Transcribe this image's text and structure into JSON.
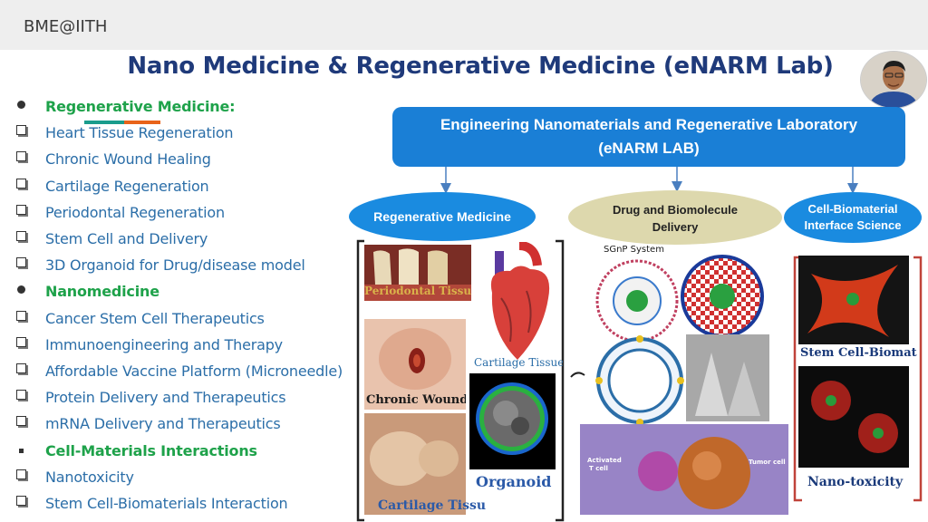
{
  "header": {
    "brand": "BME@IITH",
    "title": "Nano Medicine & Regenerative Medicine (eNARM Lab)"
  },
  "list": [
    {
      "marker": "dot",
      "text": "Regenerative Medicine:",
      "heading": true
    },
    {
      "marker": "box",
      "text": "Heart Tissue Regeneration"
    },
    {
      "marker": "box",
      "text": "Chronic Wound Healing"
    },
    {
      "marker": "box",
      "text": "Cartilage Regeneration"
    },
    {
      "marker": "box",
      "text": "Periodontal Regeneration"
    },
    {
      "marker": "box",
      "text": "Stem Cell and Delivery"
    },
    {
      "marker": "box",
      "text": "3D Organoid for Drug/disease model"
    },
    {
      "marker": "dot",
      "text": "Nanomedicine",
      "heading": true
    },
    {
      "marker": "box",
      "text": "Cancer Stem Cell Therapeutics"
    },
    {
      "marker": "box",
      "text": "Immunoengineering and Therapy"
    },
    {
      "marker": "box",
      "text": "Affordable Vaccine Platform (Microneedle)"
    },
    {
      "marker": "box",
      "text": "Protein Delivery and Therapeutics"
    },
    {
      "marker": "box",
      "text": "mRNA Delivery and Therapeutics"
    },
    {
      "marker": "square",
      "text": "Cell-Materials Interactions",
      "heading": true
    },
    {
      "marker": "box",
      "text": "Nanotoxicity"
    },
    {
      "marker": "box",
      "text": "Stem Cell-Biomaterials Interaction"
    }
  ],
  "diagram": {
    "banner_line1": "Engineering Nanomaterials and Regenerative Laboratory",
    "banner_line2": "(eNARM LAB)",
    "regen": "Regenerative Medicine",
    "drug_line1": "Drug and Biomolecule",
    "drug_line2": "Delivery",
    "cell_line1": "Cell-Biomaterial",
    "cell_line2": "Interface Science",
    "periodontal": "Periodontal Tissue",
    "cartilage_tissue": "Cartilage Tissue",
    "chronic_wound": "Chronic Wound",
    "organoid": "Organoid",
    "cartilage_tissu": "Cartilage Tissu",
    "sgnp": "SGnP System",
    "activated_1": "Activated",
    "activated_2": "T cell",
    "tumor": "Tumor cell",
    "stem_biomat": "Stem Cell-Biomat",
    "nanotox": "Nano-toxicity"
  },
  "colors": {
    "heading": "#1ea24a",
    "item": "#2b6ea8",
    "title": "#1f3a7a",
    "banner": "#1a7fd6",
    "underline_teal": "#1a9c8c",
    "underline_orange": "#e8631a"
  }
}
